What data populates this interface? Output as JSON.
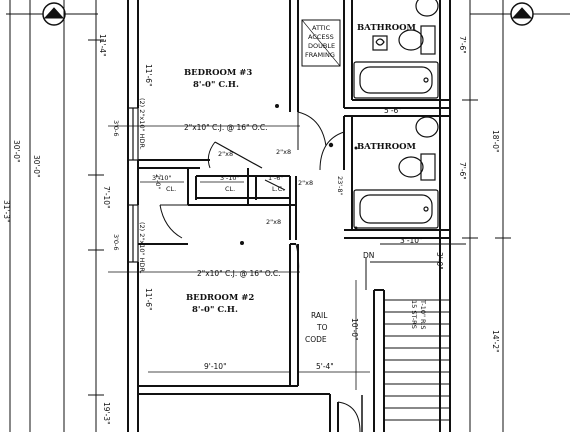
{
  "rooms": {
    "bedroom3": {
      "name": "BEDROOM #3",
      "ceiling": "8'-0\" C.H."
    },
    "bedroom2": {
      "name": "BEDROOM #2",
      "ceiling": "8'-0\" C.H."
    },
    "bath_upper": {
      "name": "BATHROOM"
    },
    "bath_lower": {
      "name": "BATHROOM"
    },
    "closet_a": {
      "name": "CL."
    },
    "closet_b": {
      "name": "CL."
    },
    "linen": {
      "name": "L.C."
    }
  },
  "notes": {
    "attic_l1": "ATTIC",
    "attic_l2": "ACCESS",
    "attic_l3": "DOUBLE",
    "attic_l4": "FRAMING",
    "rail_l1": "RAIL",
    "rail_l2": "TO",
    "rail_l3": "CODE",
    "stairs_dn": "DN",
    "stairs_risers_l1": "15 ST-RS",
    "stairs_risers_l2": "T-10\" R.S"
  },
  "framing": {
    "joist_top": "2\"x10\" C.J. @ 16\" O.C.",
    "joist_mid": "2\"x10\" C.J. @ 16\" O.C.",
    "header_upper": "(2) 2\"x10\" HDR.",
    "header_lower": "(2) 2\"x10\" HDR.",
    "ceiling_jst_1": "2\"x8",
    "ceiling_jst_2": "2\"x8",
    "ceiling_jst_3": "2\"x8",
    "ceiling_jst_4": "2\"x8"
  },
  "dimensions": {
    "overall_left": "30'-0\"",
    "overall_left_2": "30'-0\"",
    "overall_left_3": "31'-3\"",
    "seg_11_4": "11'-4\"",
    "seg_11_6_top": "11'-6\"",
    "seg_7_10": "7'-10\"",
    "seg_11_6_low": "11'-6\"",
    "seg_19_3": "19'-3\"",
    "opening_upper": "3'0-6",
    "opening_lower": "3'0-6",
    "closet_w1": "3'-10\"",
    "closet_w2": "3'-10\"",
    "linen_w": "1'-6\"",
    "closet_depth": "2'-0\"",
    "bath_width": "5'-6\"",
    "right_7_6_top": "7'-6\"",
    "right_18_0": "18'-0\"",
    "right_7_6": "7'-6\"",
    "hall_3_10": "3'-10\"",
    "hall_3_0": "3'-0\"",
    "hall_10_0": "10'-0\"",
    "right_14_2": "14'-2\"",
    "hall_5_4": "5'-4\"",
    "bed_9_10": "9'-10\"",
    "corr_23_8": "23'-8\""
  }
}
